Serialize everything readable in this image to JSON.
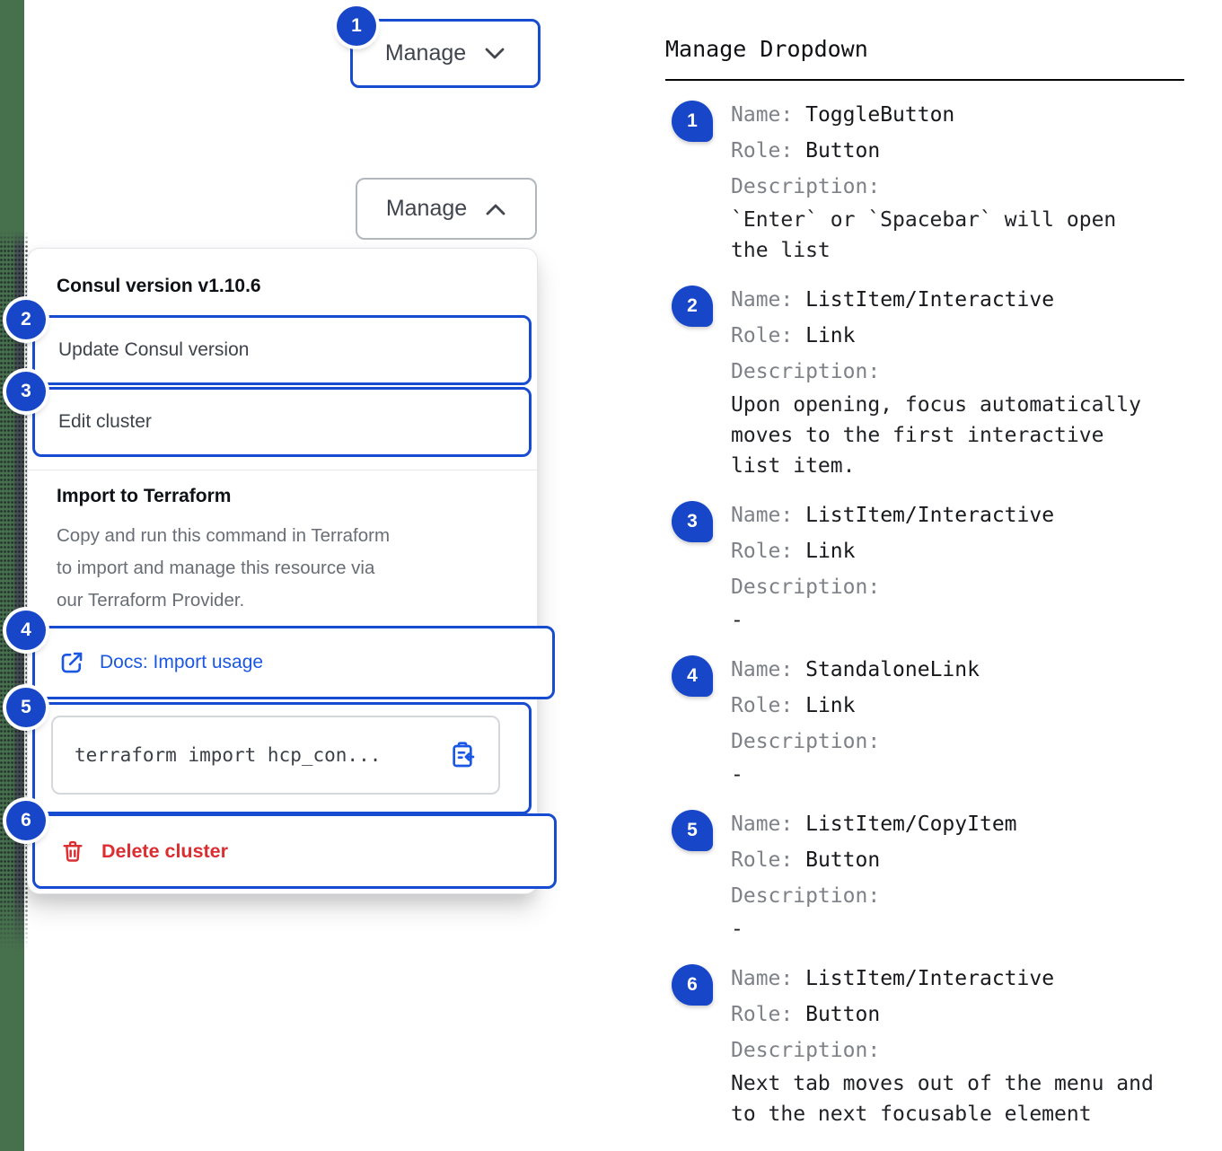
{
  "colors": {
    "accent_blue": "#1747c8",
    "outline_blue": "#174bd0",
    "link_blue": "#1b57e5",
    "danger_red": "#dc2e31",
    "edge_green": "#47704d"
  },
  "icons": {
    "toggle_collapsed": "chevron-down-icon",
    "toggle_expanded": "chevron-up-icon",
    "docs_link": "external-link-icon",
    "copy": "clipboard-copy-icon",
    "delete": "trash-icon"
  },
  "left": {
    "toggle_button": {
      "label": "Manage",
      "badge": "1"
    },
    "expanded_button": {
      "label": "Manage"
    },
    "dropdown": {
      "version_header": "Consul version v1.10.6",
      "update_item": {
        "badge": "2",
        "label": "Update Consul version"
      },
      "edit_item": {
        "badge": "3",
        "label": "Edit cluster"
      },
      "terraform_section": {
        "title": "Import to Terraform",
        "description": "Copy and run this command in Terraform\nto import and manage this resource via\nour Terraform Provider.",
        "docs_link": {
          "badge": "4",
          "label": "Docs: Import usage"
        },
        "copy_item": {
          "badge": "5",
          "code": "terraform import hcp_con..."
        },
        "delete_item": {
          "badge": "6",
          "label": "Delete cluster"
        }
      }
    }
  },
  "right": {
    "title": "Manage Dropdown",
    "labels": {
      "name": "Name:",
      "role": "Role:",
      "description": "Description:"
    },
    "entries": [
      {
        "num": "1",
        "name": "ToggleButton",
        "role": "Button",
        "desc": "`Enter` or `Spacebar` will open\nthe list"
      },
      {
        "num": "2",
        "name": "ListItem/Interactive",
        "role": "Link",
        "desc": "Upon opening, focus automatically\nmoves to the first interactive\nlist item."
      },
      {
        "num": "3",
        "name": "ListItem/Interactive",
        "role": "Link",
        "desc": "-"
      },
      {
        "num": "4",
        "name": "StandaloneLink",
        "role": "Link",
        "desc": "-"
      },
      {
        "num": "5",
        "name": "ListItem/CopyItem",
        "role": "Button",
        "desc": "-"
      },
      {
        "num": "6",
        "name": "ListItem/Interactive",
        "role": "Button",
        "desc": "Next tab moves out of the menu and\nto the next focusable element"
      }
    ]
  }
}
